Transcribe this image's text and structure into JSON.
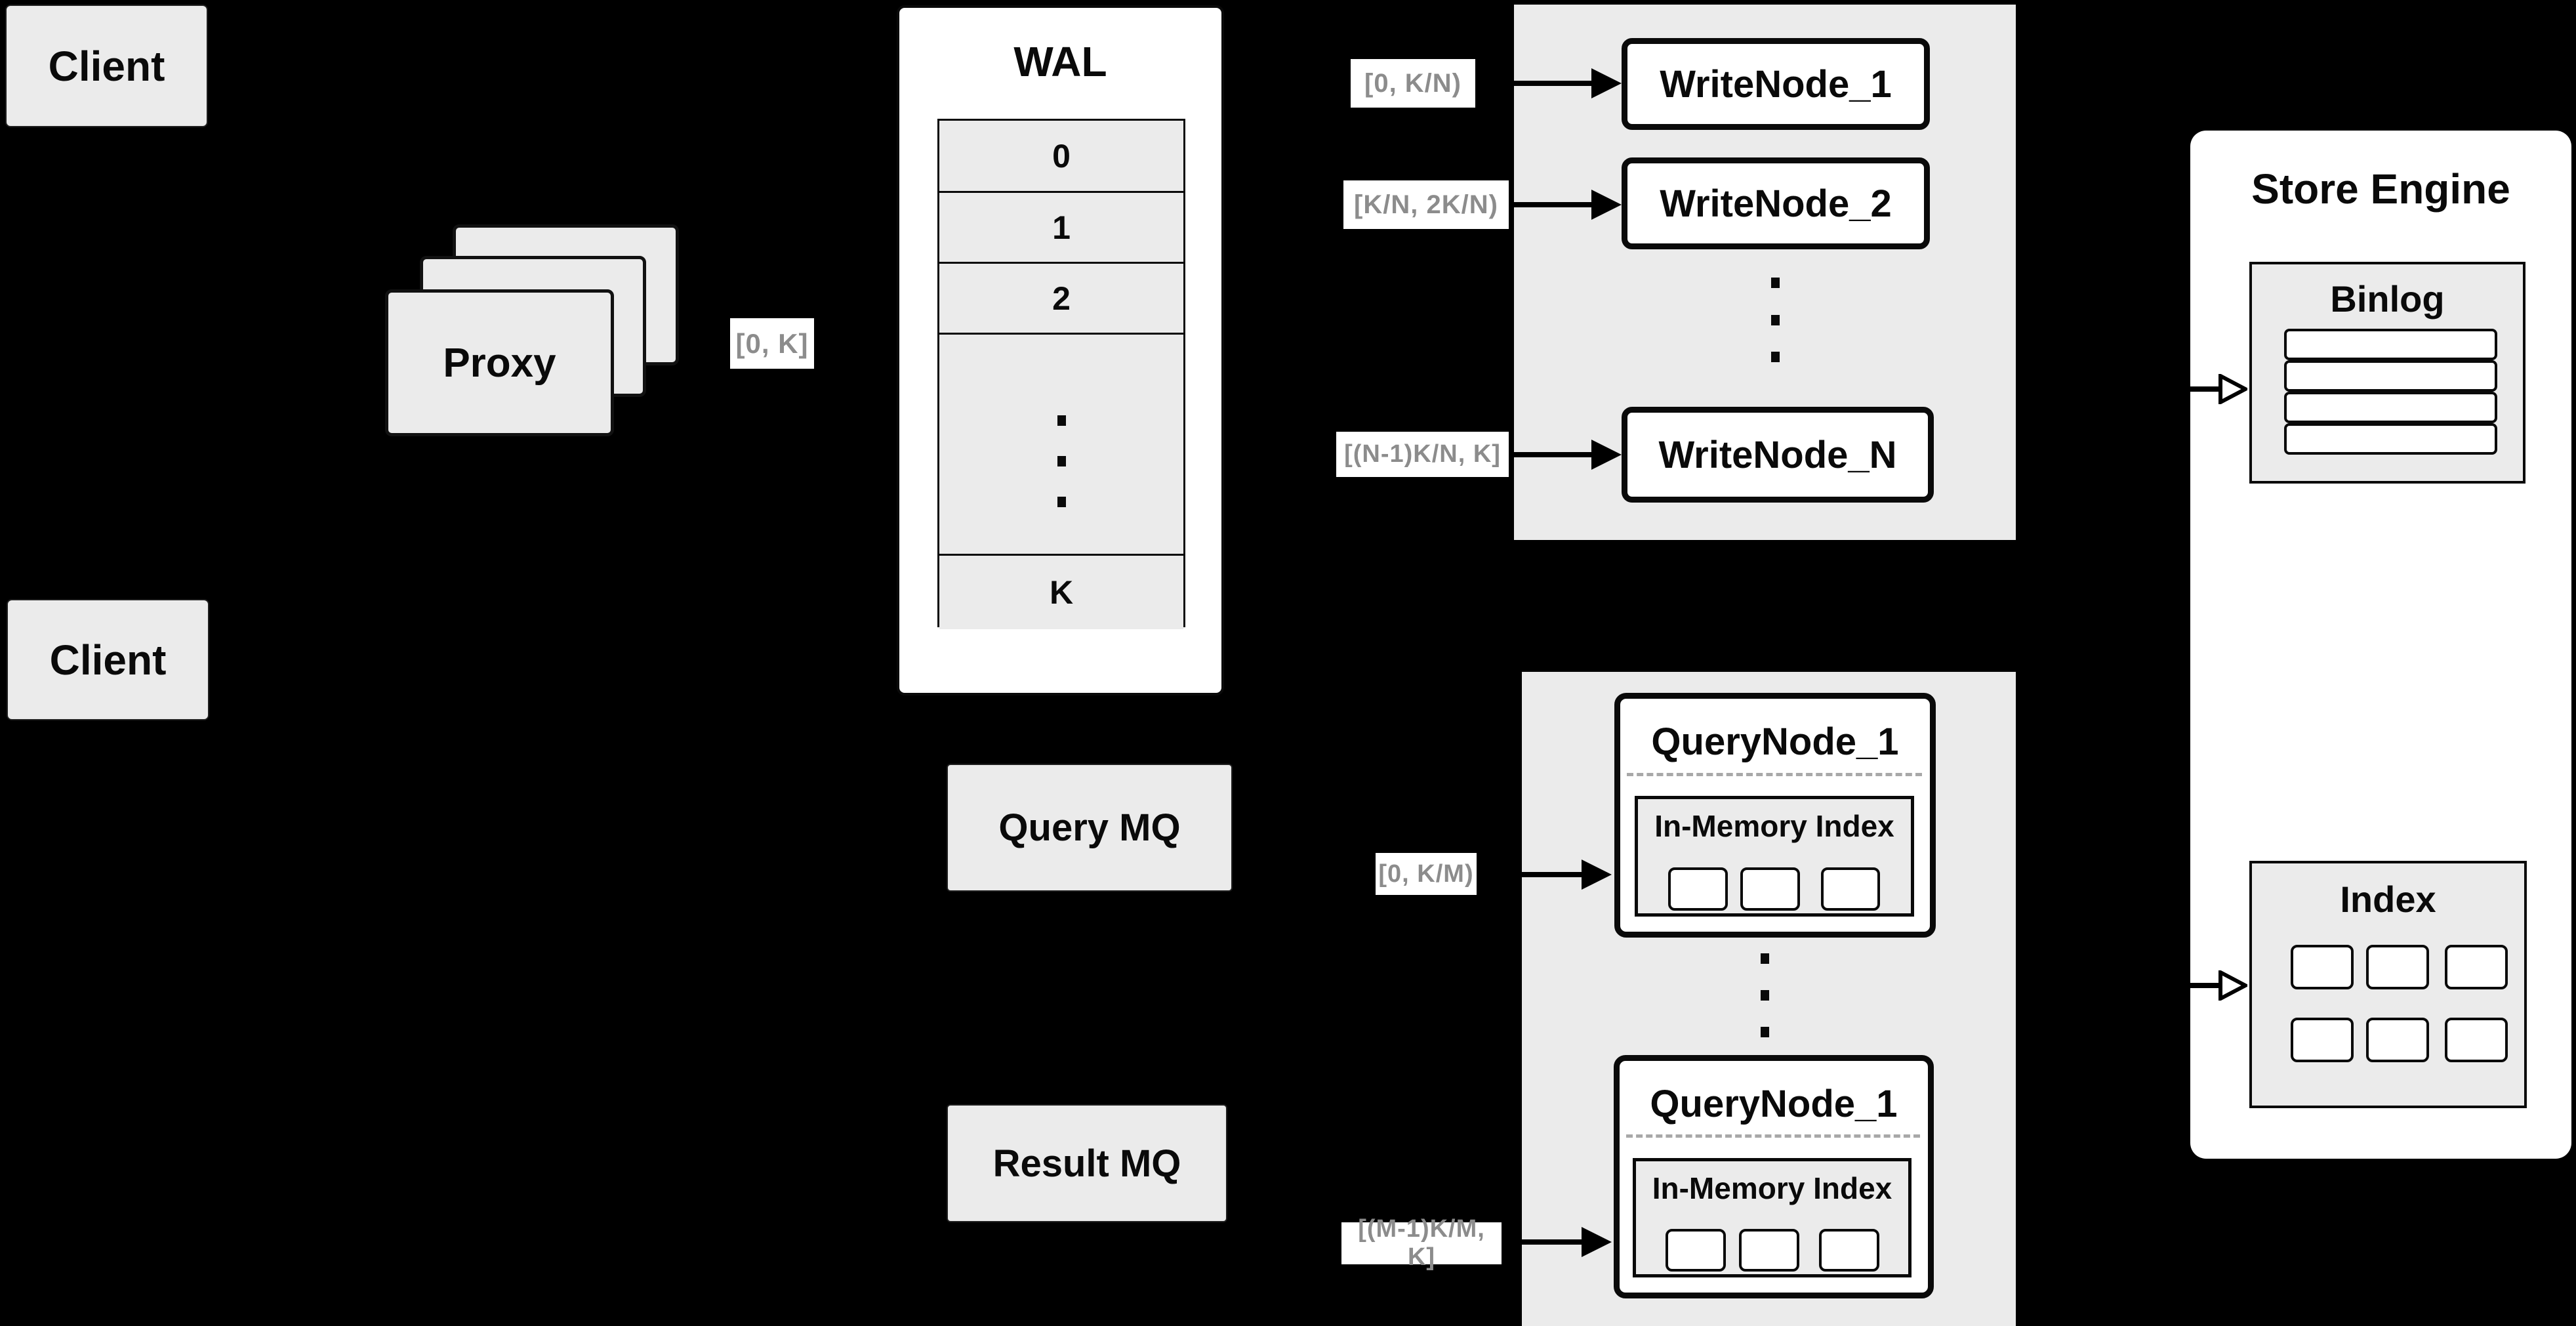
{
  "colors": {
    "background": "#000000",
    "panel_gray": "#ebebeb",
    "card_white": "#ffffff",
    "line_black": "#000000",
    "muted_label_text": "#8c8c8c"
  },
  "clients": {
    "top": "Client",
    "bottom": "Client"
  },
  "proxy": {
    "label": "Proxy",
    "range_label": "[0, K]"
  },
  "wal": {
    "title": "WAL",
    "segments": [
      "0",
      "1",
      "2"
    ],
    "last_segment": "K"
  },
  "write_cluster": {
    "nodes": [
      {
        "label": "WriteNode_1",
        "range": "[0, K/N)"
      },
      {
        "label": "WriteNode_2",
        "range": "[K/N, 2K/N)"
      },
      {
        "label": "WriteNode_N",
        "range": "[(N-1)K/N, K]"
      }
    ]
  },
  "mq": {
    "query": "Query MQ",
    "result": "Result MQ"
  },
  "query_cluster": {
    "nodes": [
      {
        "label": "QueryNode_1",
        "index_label": "In-Memory Index",
        "range": "[0, K/M)"
      },
      {
        "label": "QueryNode_1",
        "index_label": "In-Memory Index",
        "range": "[(M-1)K/M, K]"
      }
    ]
  },
  "store_engine": {
    "title": "Store Engine",
    "binlog_title": "Binlog",
    "index_title": "Index"
  }
}
